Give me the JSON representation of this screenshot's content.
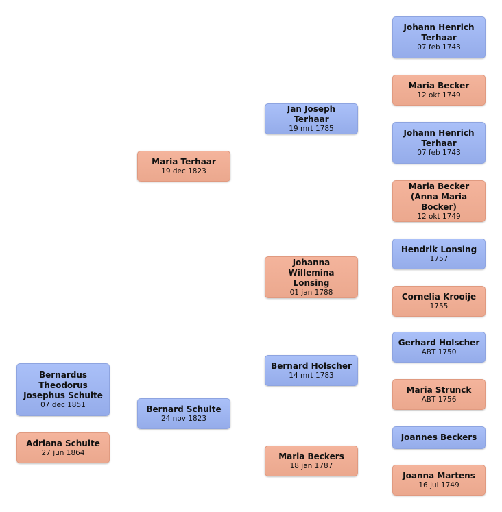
{
  "persons": {
    "root": {
      "name": "Bernardus Theodorus Josephus Schulte",
      "date": "07 dec 1851",
      "sex": "male"
    },
    "spouse": {
      "name": "Adriana  Schulte",
      "date": "27 jun 1864",
      "sex": "female"
    },
    "father": {
      "name": "Bernard Schulte",
      "date": "24 nov 1823",
      "sex": "male"
    },
    "mother": {
      "name": "Maria Terhaar",
      "date": "19 dec 1823",
      "sex": "female"
    },
    "mf": {
      "name": "Jan Joseph Terhaar",
      "date": "19 mrt 1785",
      "sex": "male"
    },
    "mm": {
      "name": "Johanna Willemina Lonsing",
      "date": "01 jan 1788",
      "sex": "female"
    },
    "ff": {
      "name": "Bernard Holscher",
      "date": "14 mrt 1783",
      "sex": "male"
    },
    "fm": {
      "name": "Maria Beckers",
      "date": "18 jan 1787",
      "sex": "female"
    },
    "mff": {
      "name": "Johann Henrich Terhaar",
      "date": "07 feb 1743",
      "sex": "male"
    },
    "mfm": {
      "name": "Maria Becker",
      "date": "12 okt 1749",
      "sex": "female"
    },
    "mff2": {
      "name": "Johann Henrich Terhaar",
      "date": "07 feb 1743",
      "sex": "male"
    },
    "mfm2": {
      "name": "Maria Becker (Anna Maria Bocker)",
      "date": "12 okt 1749",
      "sex": "female"
    },
    "mmf": {
      "name": "Hendrik Lonsing",
      "date": "1757",
      "sex": "male"
    },
    "mmm": {
      "name": "Cornelia Krooije",
      "date": "1755",
      "sex": "female"
    },
    "fff": {
      "name": "Gerhard Holscher",
      "date": "ABT 1750",
      "sex": "male"
    },
    "ffm": {
      "name": "Maria Strunck",
      "date": "ABT 1756",
      "sex": "female"
    },
    "fmf": {
      "name": "Joannes Beckers",
      "date": "",
      "sex": "male"
    },
    "fmm": {
      "name": "Joanna Martens",
      "date": "16 jul 1749",
      "sex": "female"
    }
  }
}
